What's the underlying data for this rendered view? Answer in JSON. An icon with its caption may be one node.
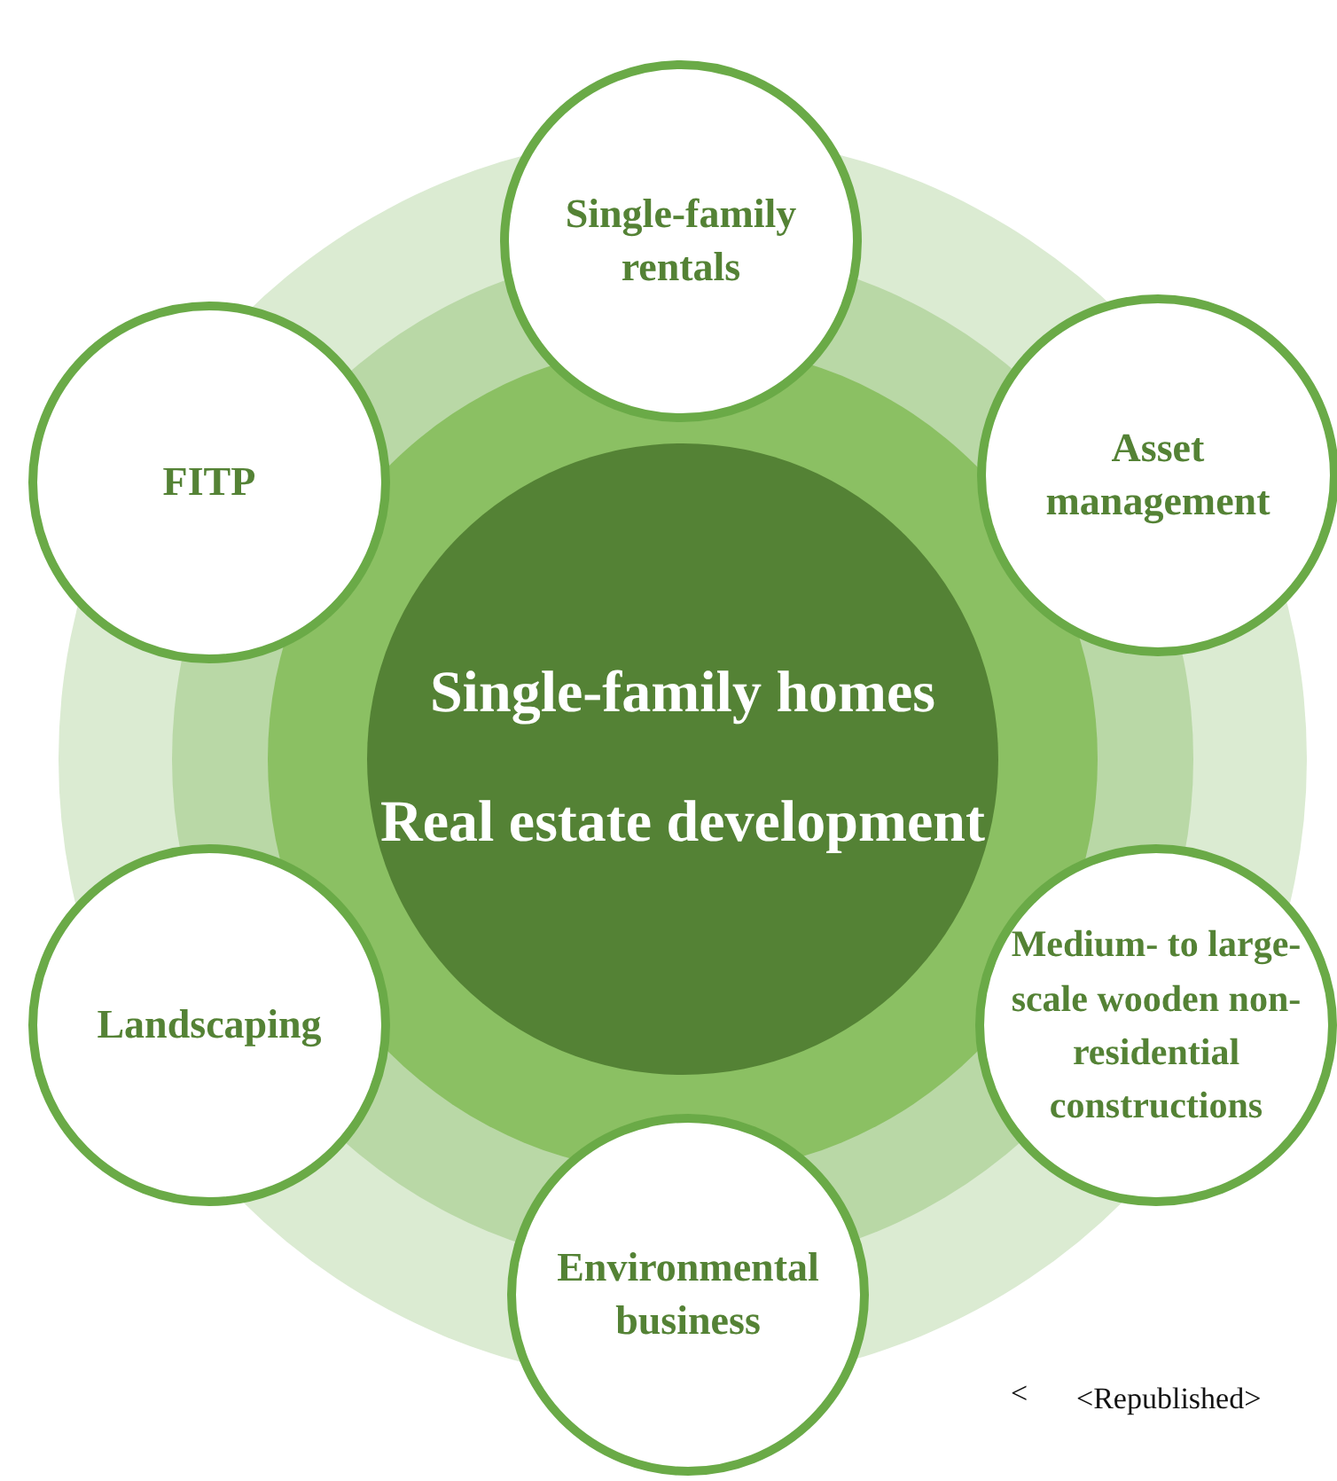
{
  "diagram": {
    "nodes": [
      {
        "text": [
          "Single-family homes",
          "Real estate development"
        ]
      },
      {
        "text": [
          "Single-family rentals"
        ]
      },
      {
        "text": [
          "Asset management"
        ]
      },
      {
        "text": [
          "Medium- to large-scale wooden non-residential constructions"
        ]
      },
      {
        "text": [
          "Environmental business"
        ]
      },
      {
        "text": [
          "Landscaping"
        ]
      },
      {
        "text": [
          "FITP"
        ]
      }
    ],
    "labels": [
      "<",
      "<Republished>"
    ]
  }
}
